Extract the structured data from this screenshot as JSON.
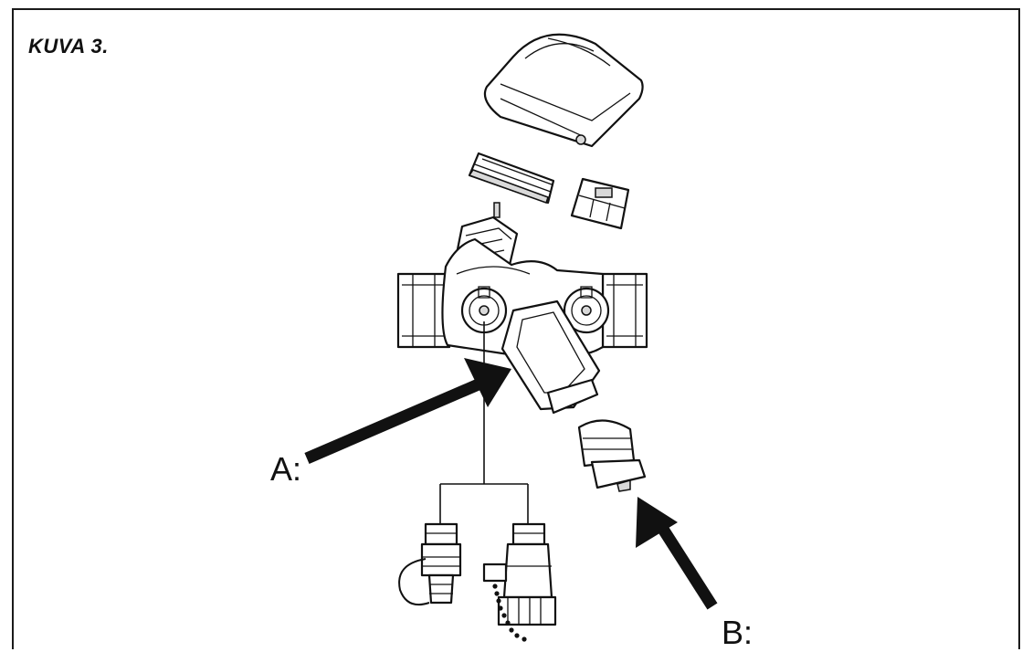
{
  "figure": {
    "title": "KUVA 3.",
    "label_a": "A:",
    "label_b": "B:"
  }
}
